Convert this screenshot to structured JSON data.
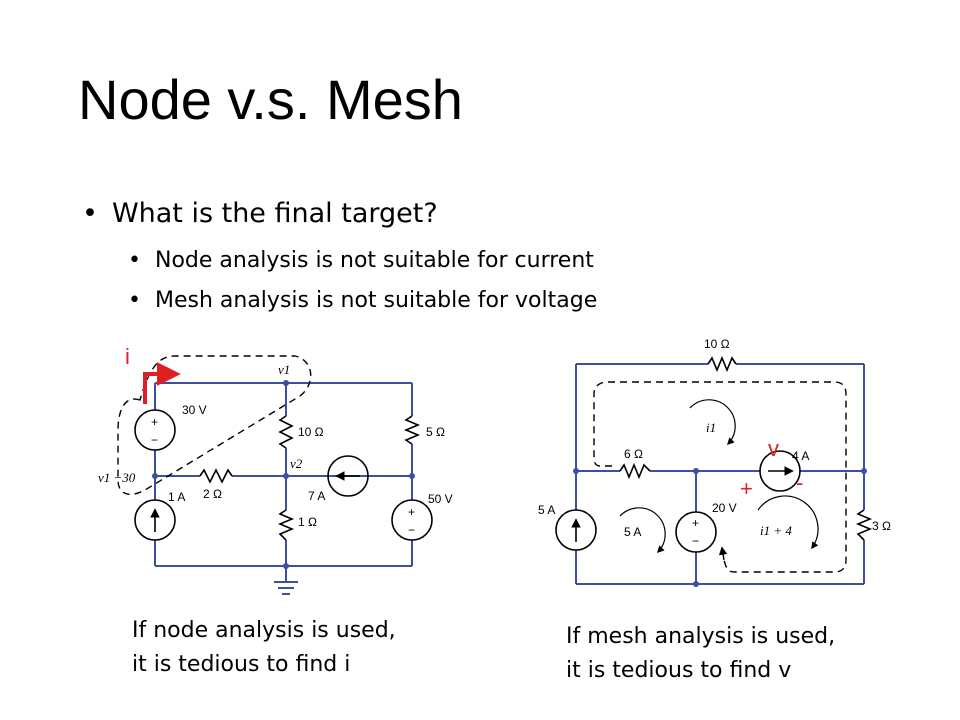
{
  "slide": {
    "title": "Node v.s. Mesh",
    "bullet_main": "What is the final target?",
    "sub_bullets": [
      "Node analysis is not suitable for current",
      "Mesh analysis is not suitable for voltage"
    ],
    "caption_left": [
      "If node analysis is used,",
      "it is tedious to find i"
    ],
    "caption_right": [
      "If mesh analysis is used,",
      "it is tedious to find v"
    ]
  },
  "left_circuit": {
    "annotation_i": "i",
    "v1": "v1",
    "v2": "v2",
    "src_30v": "30 V",
    "r_10": "10 Ω",
    "r_5": "5 Ω",
    "r_2": "2 Ω",
    "r_1": "1 Ω",
    "src_7a": "7 A",
    "src_1a": "1 A",
    "src_50v": "50 V",
    "node_left": "v1 −30",
    "accent_color": "#e02020"
  },
  "right_circuit": {
    "r_10": "10 Ω",
    "r_6": "6 Ω",
    "r_3": "3 Ω",
    "src_4a": "4 A",
    "src_5a": "5 A",
    "loop_5a": "5 A",
    "src_20v": "20 V",
    "mesh_i1": "i1",
    "mesh_i1_plus_4": "i1 + 4",
    "annotation_v": "v",
    "annotation_plus": "+",
    "annotation_minus": "-"
  }
}
